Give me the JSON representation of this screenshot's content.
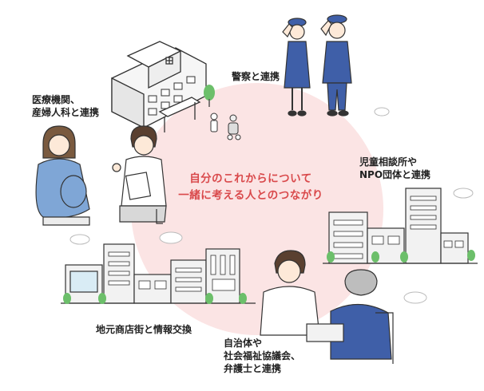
{
  "center": {
    "line1": "自分のこれからについて",
    "line2": "一緒に考える人とのつながり"
  },
  "labels": {
    "police": "警察と連携",
    "medical_line1": "医療機関、",
    "medical_line2": "産婦人科と連携",
    "child_line1": "児童相談所や",
    "child_line2": "NPO団体と連携",
    "shopping": "地元商店街と情報交換",
    "local_line1": "自治体や",
    "local_line2": "社会福祉協議会、",
    "local_line3": "弁護士と連携"
  },
  "colors": {
    "circle": "#fbe4e4",
    "accent_red": "#d9494b",
    "police_blue": "#3f5fa8",
    "pregnant_blue": "#7fa6d6",
    "building_gray": "#f2f2f2",
    "tree_green": "#6cbf6a"
  }
}
